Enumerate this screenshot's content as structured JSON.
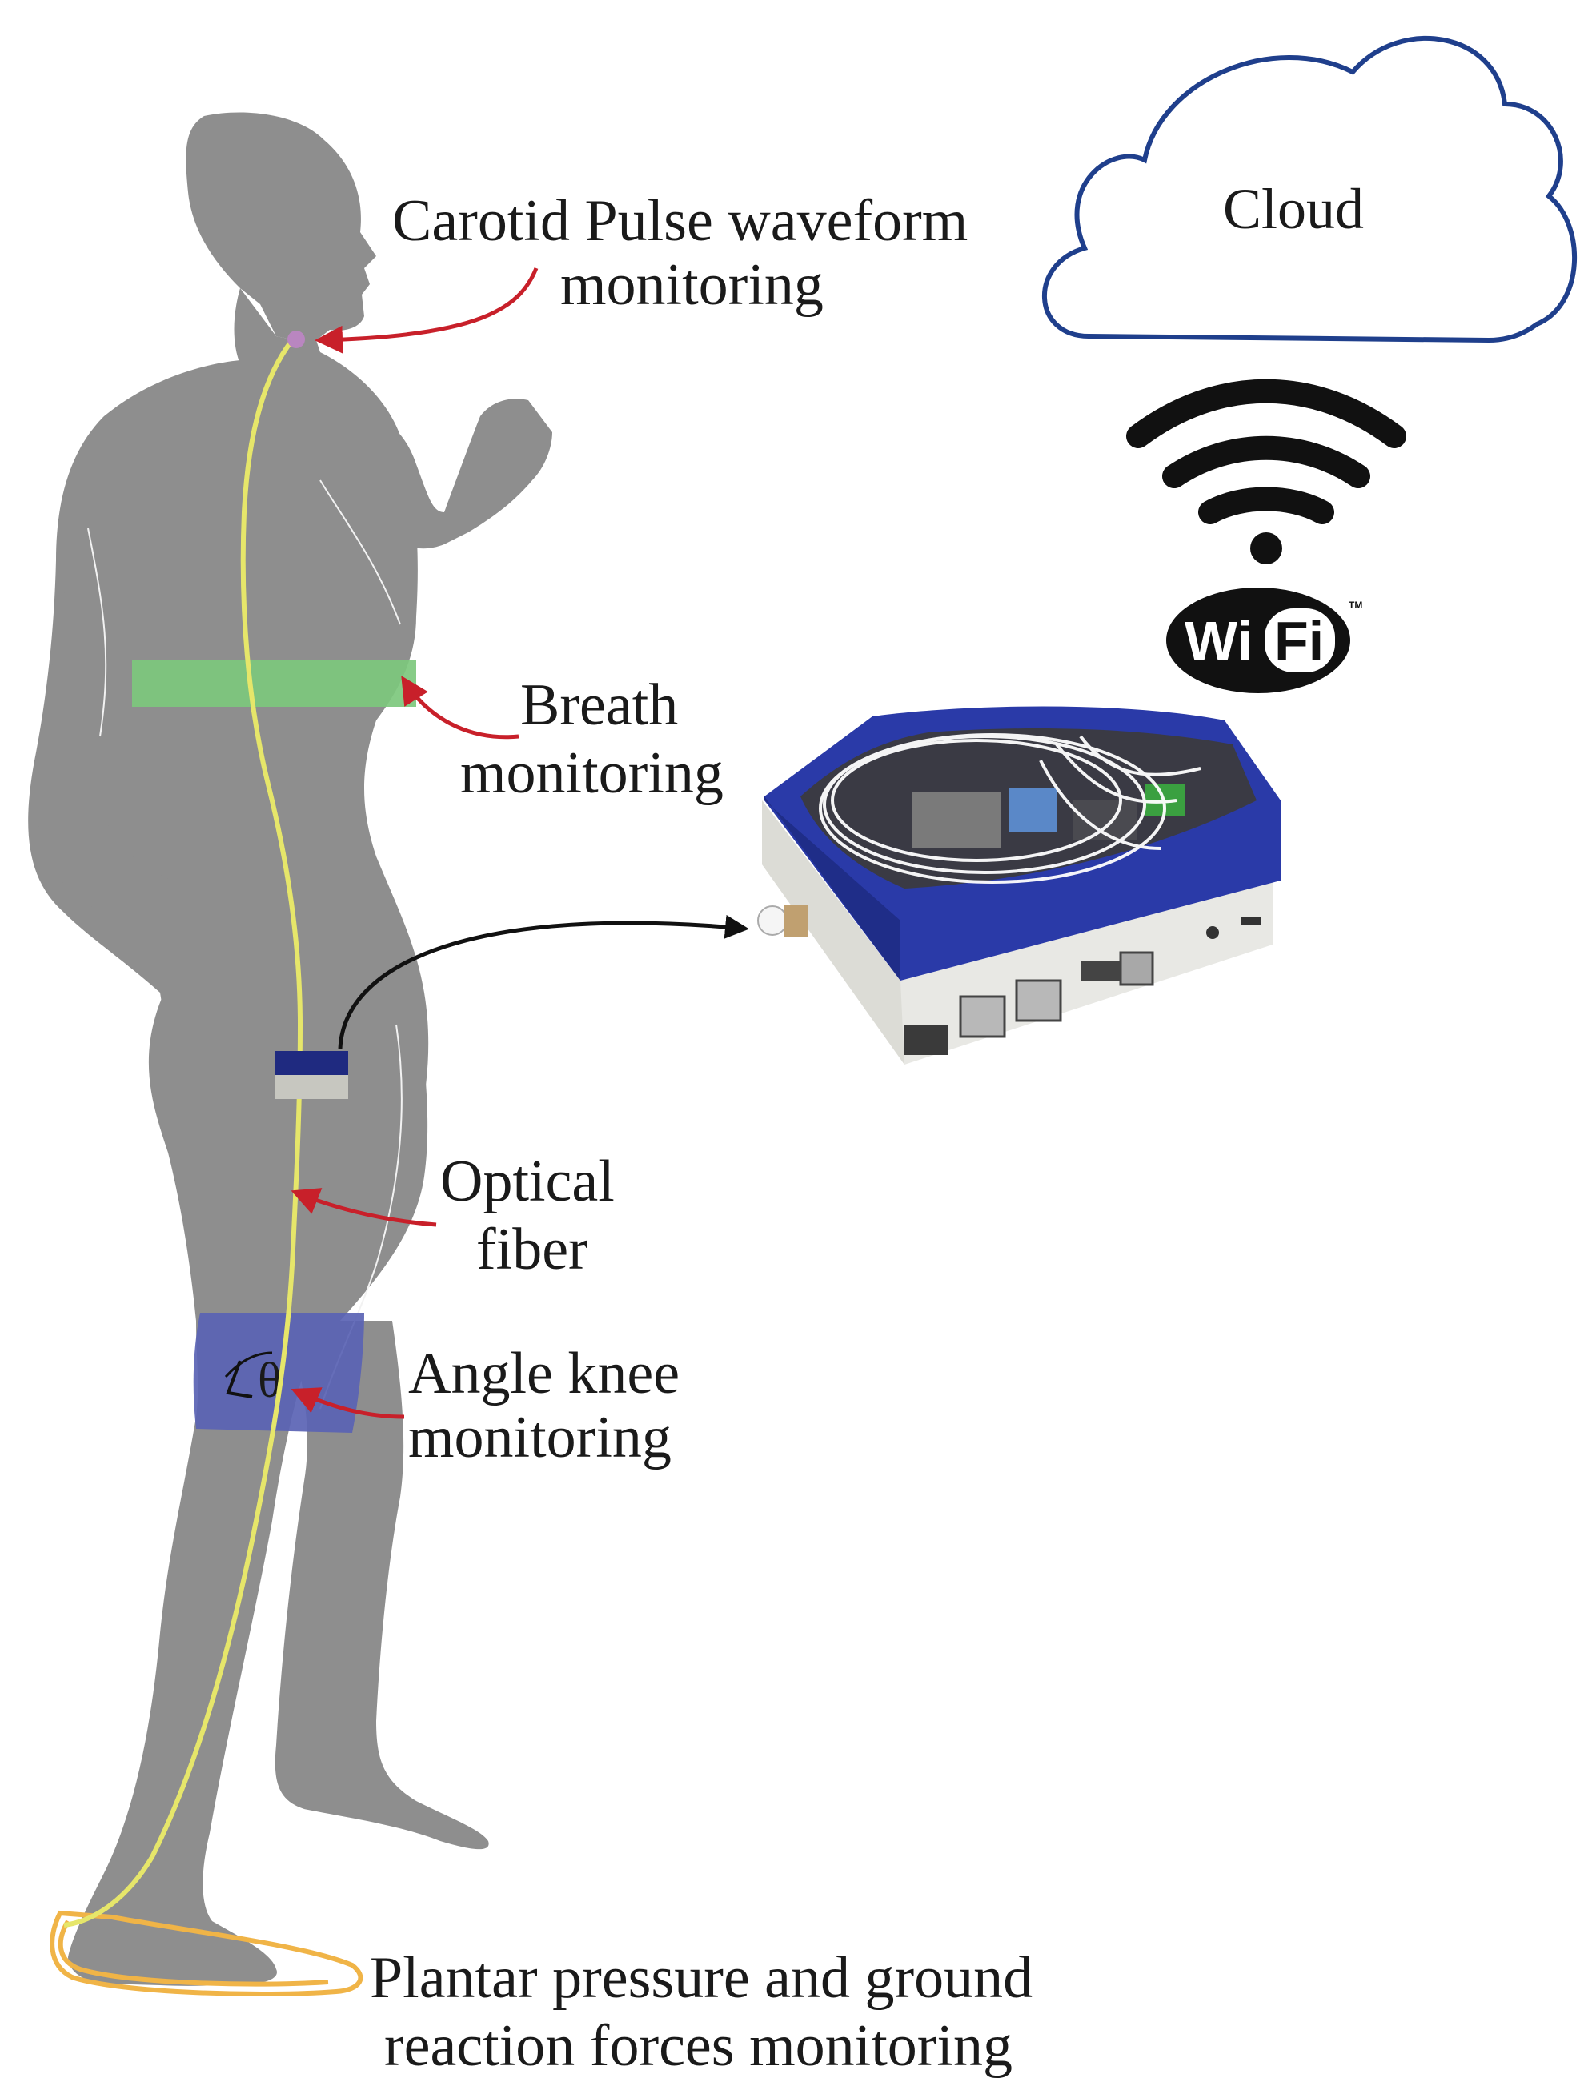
{
  "labels": {
    "carotid_1": "Carotid Pulse waveform",
    "carotid_2": "monitoring",
    "breath_1": "Breath",
    "breath_2": "monitoring",
    "fiber_1": "Optical",
    "fiber_2": "fiber",
    "knee_1": "Angle knee",
    "knee_2": "monitoring",
    "knee_symbol": "θ",
    "plantar_1": "Plantar pressure and ground",
    "plantar_2": "reaction forces monitoring"
  },
  "cloud": {
    "label": "Cloud"
  },
  "wifi": {
    "left": "Wi",
    "right": "Fi",
    "tm": "TM"
  },
  "colors": {
    "body": "#8e8e8e",
    "fiber": "#e6e66a",
    "breath_band": "#7dc87d",
    "knee_band": "#5a63b4",
    "insole": "#f0b447",
    "arrow_red": "#c8202a",
    "arrow_black": "#111111",
    "cloud_stroke": "#1f3f8c",
    "device_top": "#2a3aa8",
    "device_base": "#e8e8e4",
    "carotid_sensor": "#b986c0"
  }
}
